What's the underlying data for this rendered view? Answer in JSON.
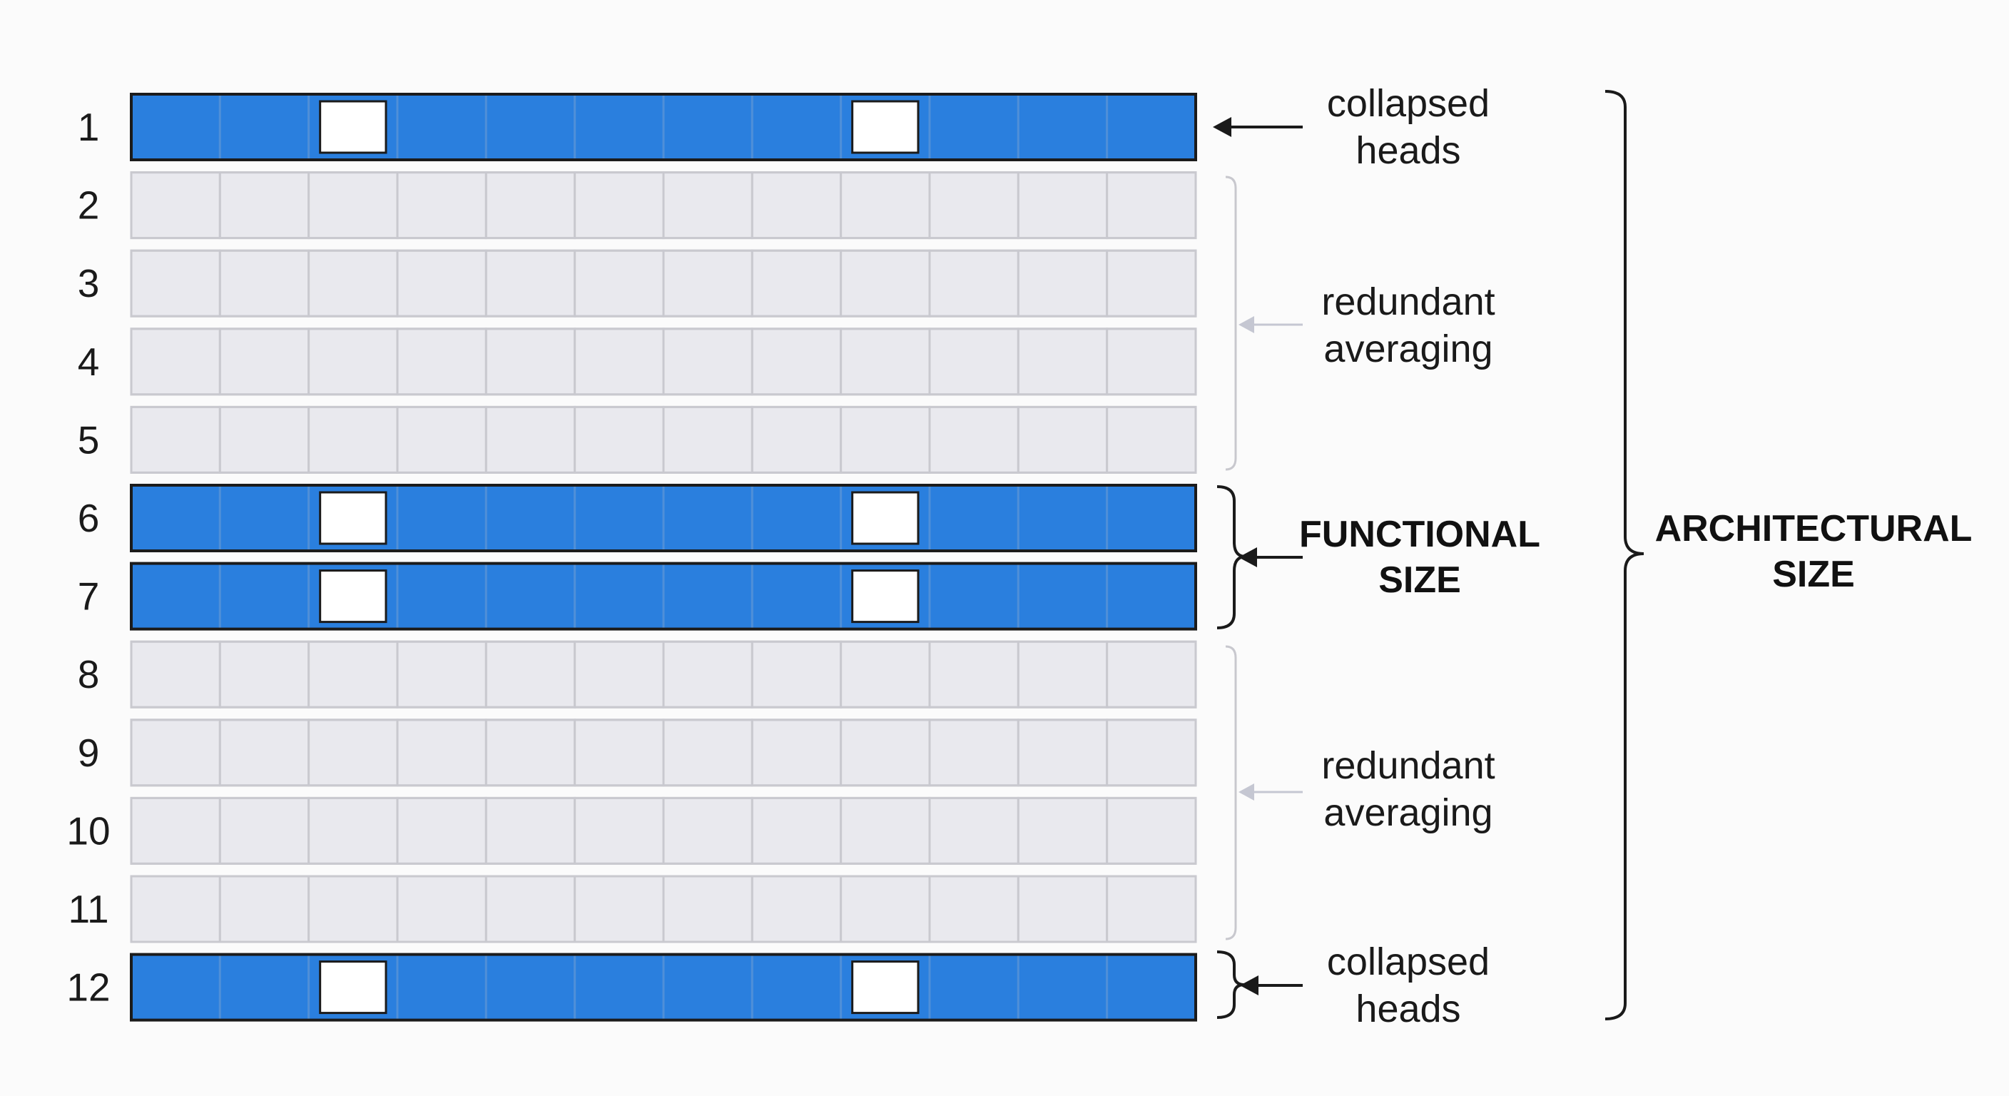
{
  "diagram": {
    "rows": [
      {
        "label": "1",
        "active": true
      },
      {
        "label": "2",
        "active": false
      },
      {
        "label": "3",
        "active": false
      },
      {
        "label": "4",
        "active": false
      },
      {
        "label": "5",
        "active": false
      },
      {
        "label": "6",
        "active": true
      },
      {
        "label": "7",
        "active": true
      },
      {
        "label": "8",
        "active": false
      },
      {
        "label": "9",
        "active": false
      },
      {
        "label": "10",
        "active": false
      },
      {
        "label": "11",
        "active": false
      },
      {
        "label": "12",
        "active": true
      }
    ],
    "cells_per_row": 12,
    "white_cell_positions": [
      3,
      9
    ],
    "annotations": {
      "collapsed_top": {
        "line1": "collapsed",
        "line2": "heads"
      },
      "redundant_upper": {
        "line1": "redundant",
        "line2": "averaging"
      },
      "functional": {
        "line1": "FUNCTIONAL",
        "line2": "SIZE"
      },
      "redundant_lower": {
        "line1": "redundant",
        "line2": "averaging"
      },
      "collapsed_bottom": {
        "line1": "collapsed",
        "line2": "heads"
      },
      "architectural": {
        "line1": "ARCHITECTURAL",
        "line2": "SIZE"
      }
    },
    "colors": {
      "active_cell": "#2a7fde",
      "inactive_cell": "#e9e9ee",
      "inactive_border": "#c9c9cf",
      "active_border": "#1b1b1b",
      "white_cell": "#ffffff",
      "faded_arrow": "#c5c7d2",
      "faded_bracket": "#c8c8ce"
    }
  }
}
